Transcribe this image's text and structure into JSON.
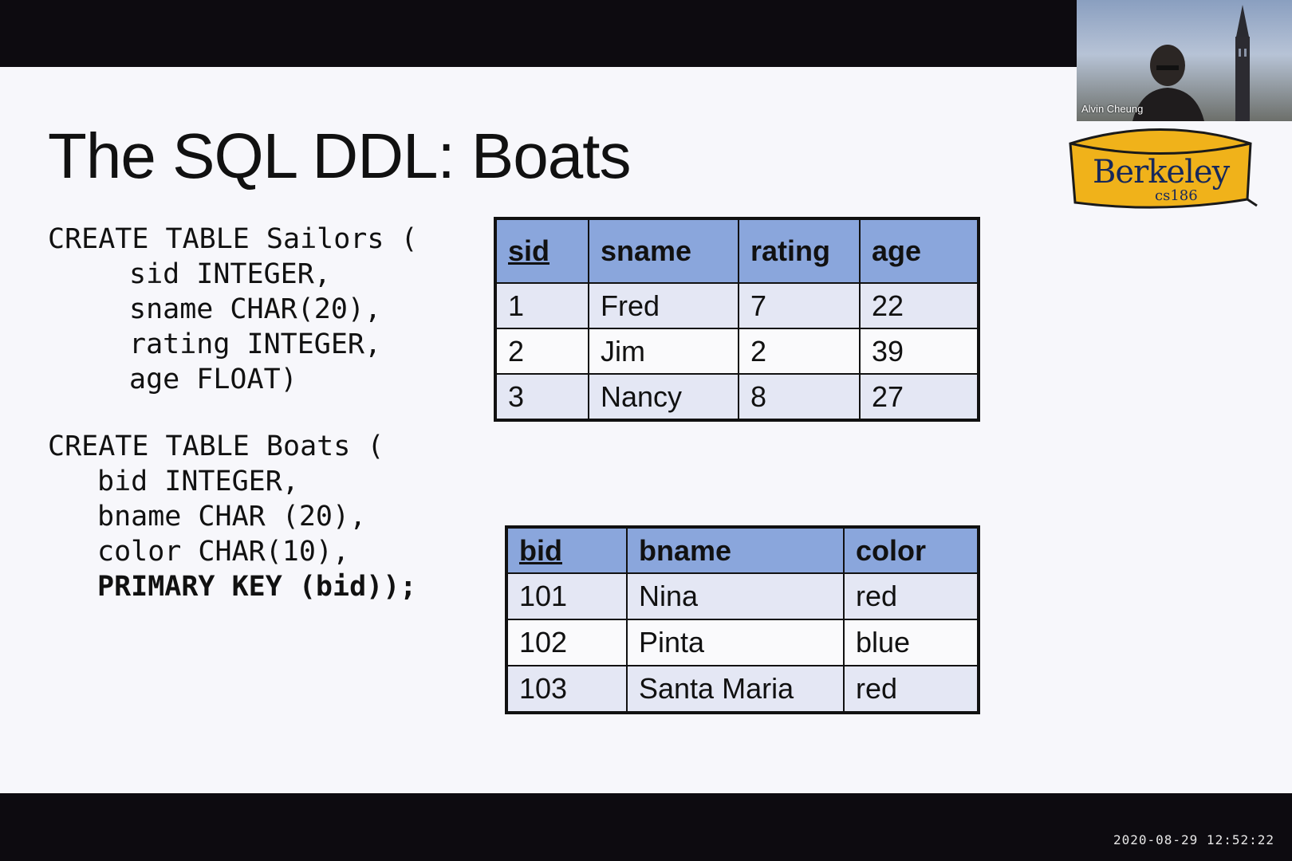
{
  "slide": {
    "title": "The SQL DDL: Boats",
    "code_sailors": [
      "CREATE TABLE Sailors (",
      "sid INTEGER,",
      "sname CHAR(20),",
      "rating INTEGER,",
      "age FLOAT)"
    ],
    "code_boats": [
      "CREATE TABLE Boats (",
      "bid INTEGER,",
      "bname CHAR (20),",
      "color CHAR(10),",
      "PRIMARY KEY (bid));"
    ],
    "sailors_table": {
      "headers": [
        "sid",
        "sname",
        "rating",
        "age"
      ],
      "rows": [
        [
          "1",
          "Fred",
          "7",
          "22"
        ],
        [
          "2",
          "Jim",
          "2",
          "39"
        ],
        [
          "3",
          "Nancy",
          "8",
          "27"
        ]
      ]
    },
    "boats_table": {
      "headers": [
        "bid",
        "bname",
        "color"
      ],
      "rows": [
        [
          "101",
          "Nina",
          "red"
        ],
        [
          "102",
          "Pinta",
          "blue"
        ],
        [
          "103",
          "Santa Maria",
          "red"
        ]
      ]
    }
  },
  "webcam": {
    "participant_name": "Alvin Cheung"
  },
  "logo": {
    "text": "Berkeley",
    "sub": "cs186"
  },
  "footer": {
    "timestamp": "2020-08-29 12:52:22"
  },
  "colors": {
    "header_fill": "#8aa6dc",
    "row_shaded": "#e4e7f4",
    "logo_gold": "#f0b21a",
    "logo_navy": "#17285a"
  }
}
